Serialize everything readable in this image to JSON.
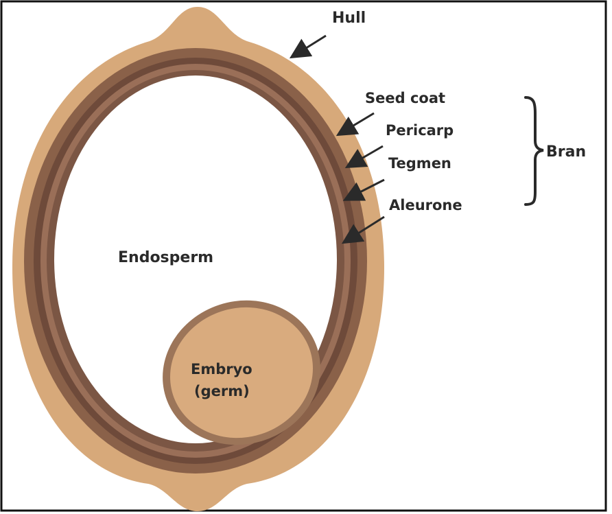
{
  "diagram": {
    "labels": {
      "hull": "Hull",
      "seed_coat": "Seed coat",
      "pericarp": "Pericarp",
      "tegmen": "Tegmen",
      "aleurone": "Aleurone",
      "bran": "Bran",
      "endosperm": "Endosperm",
      "embryo_line1": "Embryo",
      "embryo_line2": "(germ)"
    },
    "colors": {
      "hull": "#d7a97a",
      "bran_outer": "#8a6149",
      "bran_band": "#6e4a3a",
      "bran_inner": "#9a6f58",
      "embryo_fill": "#d9ab7e",
      "embryo_stroke": "#9c7559",
      "arrow": "#2a2a2a"
    }
  }
}
